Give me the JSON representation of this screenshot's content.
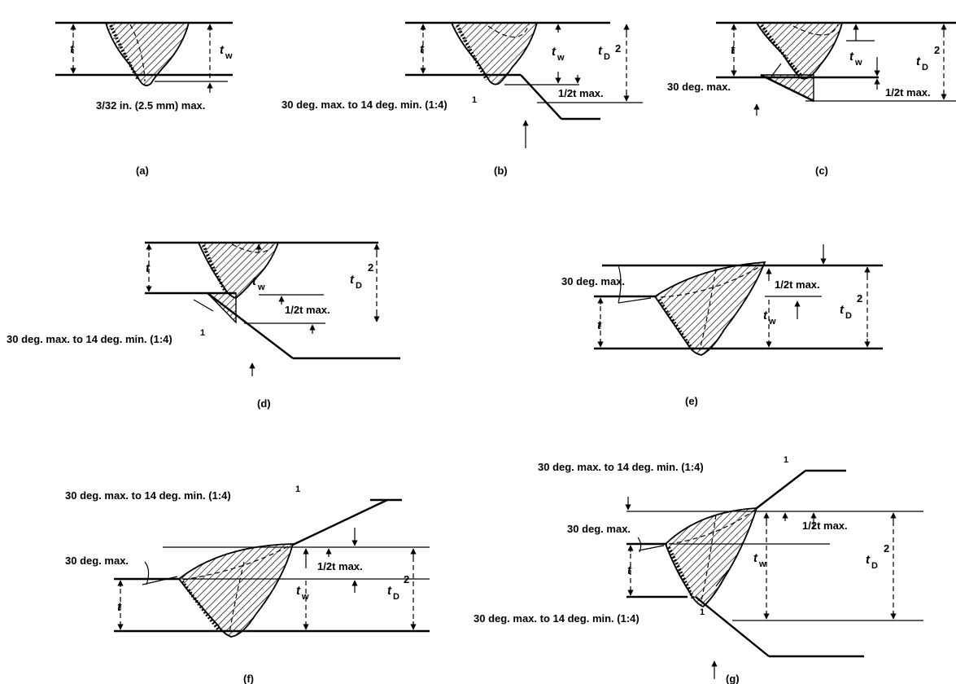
{
  "panels": {
    "a": {
      "caption": "(a)",
      "t": "t",
      "tw": "w",
      "note": "3/32 in. (2.5 mm) max."
    },
    "b": {
      "caption": "(b)",
      "t": "t",
      "tw": "w",
      "tD": "D",
      "tD_sup": "2",
      "half_t": "1/2t max.",
      "taper": "30 deg. max. to 14 deg. min. (1:4)",
      "taper_sup": "1"
    },
    "c": {
      "caption": "(c)",
      "t": "t",
      "tw": "w",
      "tD": "D",
      "tD_sup": "2",
      "half_t": "1/2t max.",
      "angle": "30 deg. max."
    },
    "d": {
      "caption": "(d)",
      "t": "t",
      "tw": "w",
      "tD": "D",
      "tD_sup": "2",
      "half_t": "1/2t max.",
      "taper": "30 deg. max. to 14 deg. min. (1:4)",
      "taper_sup": "1"
    },
    "e": {
      "caption": "(e)",
      "t": "t",
      "tw": "w",
      "tD": "D",
      "tD_sup": "2",
      "half_t": "1/2t max.",
      "angle": "30 deg. max."
    },
    "f": {
      "caption": "(f)",
      "t": "t",
      "tw": "w",
      "tD": "D",
      "tD_sup": "2",
      "half_t": "1/2t max.",
      "angle": "30 deg. max.",
      "taper": "30 deg. max. to 14 deg. min. (1:4)",
      "taper_sup": "1"
    },
    "g": {
      "caption": "(g)",
      "t": "t",
      "tw": "w",
      "tD": "D",
      "tD_sup": "2",
      "half_t": "1/2t max.",
      "angle": "30 deg. max.",
      "taper_top": "30 deg. max. to 14 deg. min. (1:4)",
      "taper_top_sup": "1",
      "taper_bottom": "30 deg. max. to 14 deg. min. (1:4)",
      "taper_bottom_sup": "1"
    }
  }
}
